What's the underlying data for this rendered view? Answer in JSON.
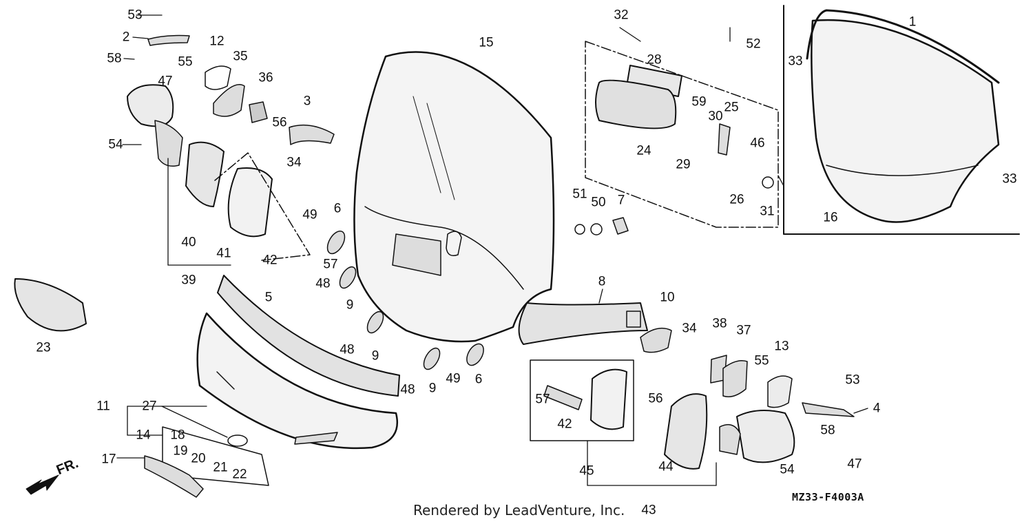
{
  "diagram": {
    "code": "MZ33-F4003A",
    "credit": "Rendered by LeadVenture, Inc.",
    "direction_label": "FR.",
    "labels": [
      {
        "id": "53a",
        "text": "53"
      },
      {
        "id": "2",
        "text": "2"
      },
      {
        "id": "58a",
        "text": "58"
      },
      {
        "id": "47a",
        "text": "47"
      },
      {
        "id": "12",
        "text": "12"
      },
      {
        "id": "55a",
        "text": "55"
      },
      {
        "id": "35",
        "text": "35"
      },
      {
        "id": "36",
        "text": "36"
      },
      {
        "id": "3",
        "text": "3"
      },
      {
        "id": "56a",
        "text": "56"
      },
      {
        "id": "54a",
        "text": "54"
      },
      {
        "id": "34a",
        "text": "34"
      },
      {
        "id": "49a",
        "text": "49"
      },
      {
        "id": "6a",
        "text": "6"
      },
      {
        "id": "40",
        "text": "40"
      },
      {
        "id": "41",
        "text": "41"
      },
      {
        "id": "42a",
        "text": "42"
      },
      {
        "id": "57a",
        "text": "57"
      },
      {
        "id": "39",
        "text": "39"
      },
      {
        "id": "48a",
        "text": "48"
      },
      {
        "id": "9a",
        "text": "9"
      },
      {
        "id": "23",
        "text": "23"
      },
      {
        "id": "5",
        "text": "5"
      },
      {
        "id": "48b",
        "text": "48"
      },
      {
        "id": "9b",
        "text": "9"
      },
      {
        "id": "48c",
        "text": "48"
      },
      {
        "id": "9c",
        "text": "9"
      },
      {
        "id": "49b",
        "text": "49"
      },
      {
        "id": "6b",
        "text": "6"
      },
      {
        "id": "11",
        "text": "11"
      },
      {
        "id": "27",
        "text": "27"
      },
      {
        "id": "14",
        "text": "14"
      },
      {
        "id": "18",
        "text": "18"
      },
      {
        "id": "19",
        "text": "19"
      },
      {
        "id": "20",
        "text": "20"
      },
      {
        "id": "21",
        "text": "21"
      },
      {
        "id": "22",
        "text": "22"
      },
      {
        "id": "17",
        "text": "17"
      },
      {
        "id": "15",
        "text": "15"
      },
      {
        "id": "32",
        "text": "32"
      },
      {
        "id": "28",
        "text": "28"
      },
      {
        "id": "52",
        "text": "52"
      },
      {
        "id": "59",
        "text": "59"
      },
      {
        "id": "30",
        "text": "30"
      },
      {
        "id": "25",
        "text": "25"
      },
      {
        "id": "24",
        "text": "24"
      },
      {
        "id": "29",
        "text": "29"
      },
      {
        "id": "46",
        "text": "46"
      },
      {
        "id": "26",
        "text": "26"
      },
      {
        "id": "31",
        "text": "31"
      },
      {
        "id": "51",
        "text": "51"
      },
      {
        "id": "50",
        "text": "50"
      },
      {
        "id": "7",
        "text": "7"
      },
      {
        "id": "1",
        "text": "1"
      },
      {
        "id": "33a",
        "text": "33"
      },
      {
        "id": "33b",
        "text": "33"
      },
      {
        "id": "16",
        "text": "16"
      },
      {
        "id": "8",
        "text": "8"
      },
      {
        "id": "10",
        "text": "10"
      },
      {
        "id": "34b",
        "text": "34"
      },
      {
        "id": "38",
        "text": "38"
      },
      {
        "id": "37",
        "text": "37"
      },
      {
        "id": "13",
        "text": "13"
      },
      {
        "id": "55b",
        "text": "55"
      },
      {
        "id": "53b",
        "text": "53"
      },
      {
        "id": "4",
        "text": "4"
      },
      {
        "id": "58b",
        "text": "58"
      },
      {
        "id": "56b",
        "text": "56"
      },
      {
        "id": "57b",
        "text": "57"
      },
      {
        "id": "42b",
        "text": "42"
      },
      {
        "id": "47b",
        "text": "47"
      },
      {
        "id": "54b",
        "text": "54"
      },
      {
        "id": "45",
        "text": "45"
      },
      {
        "id": "44",
        "text": "44"
      },
      {
        "id": "43",
        "text": "43"
      }
    ]
  }
}
